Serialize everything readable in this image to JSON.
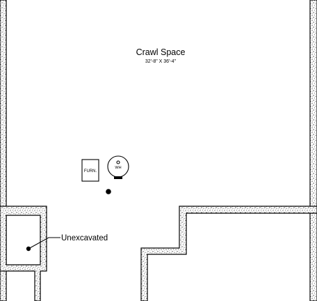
{
  "plan": {
    "room": {
      "name": "Crawl Space",
      "dimensions": "32'-8\" X 36'-4\""
    },
    "fixtures": {
      "furnace_label": "FURN.",
      "water_heater_label": "WH"
    },
    "unexcavated_label": "Unexcavated",
    "colors": {
      "line": "#000000",
      "background": "#ffffff",
      "concrete_speckle": "#000000"
    }
  }
}
